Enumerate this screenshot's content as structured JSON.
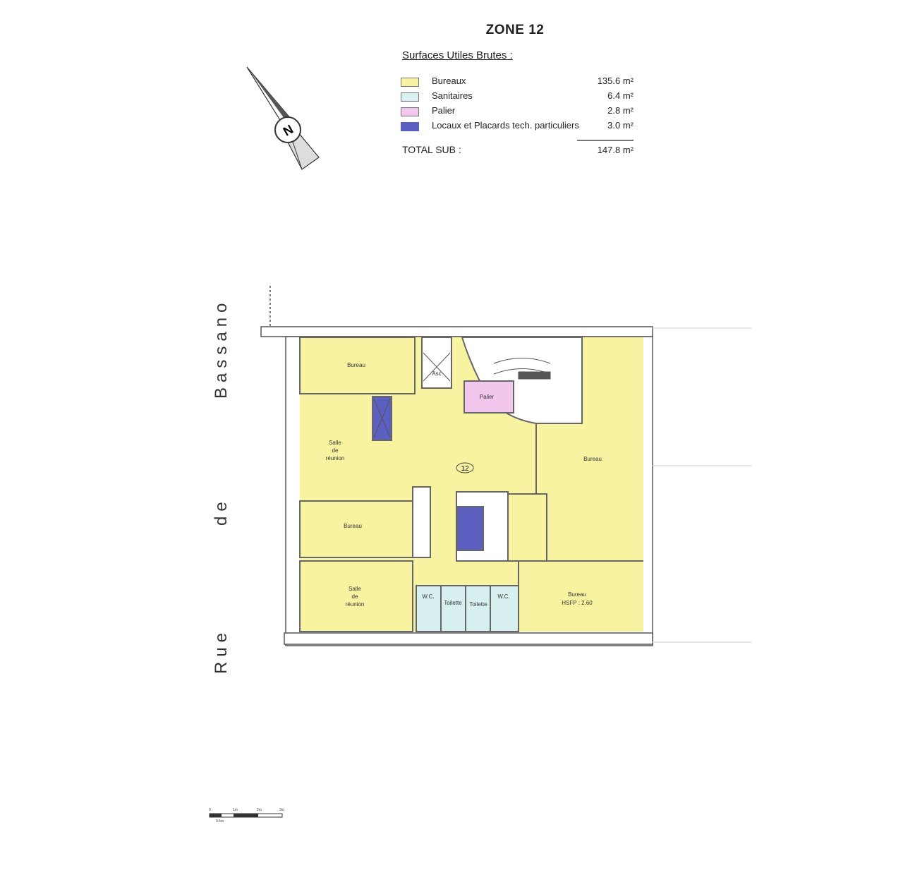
{
  "title": "ZONE 12",
  "legend": {
    "heading": "Surfaces Utiles Brutes :",
    "items": [
      {
        "label": "Bureaux",
        "value": "135.6 m²",
        "color": "#f7f3a0"
      },
      {
        "label": "Sanitaires",
        "value": "6.4 m²",
        "color": "#d8f0f0"
      },
      {
        "label": "Palier",
        "value": "2.8 m²",
        "color": "#f3c6ee"
      },
      {
        "label": "Locaux et Placards tech. particuliers",
        "value": "3.0 m²",
        "color": "#5b5fc0"
      }
    ],
    "total_label": "TOTAL SUB :",
    "total_value": "147.8 m²"
  },
  "compass": {
    "label": "N"
  },
  "street": {
    "words": [
      "Rue",
      "de",
      "Bassano"
    ]
  },
  "plan": {
    "zone_number": "12",
    "rooms": {
      "bureau_top_left": "Bureau",
      "asc": "Asc",
      "palier": "Palier",
      "salle_reunion_1": [
        "Salle",
        "de",
        "réunion"
      ],
      "bureau_right": "Bureau",
      "bureau_mid_left": "Bureau",
      "salle_reunion_2": [
        "Salle",
        "de",
        "réunion"
      ],
      "wc_1": "W.C.",
      "toilette_1": "Toilette",
      "toilette_2": "Toilette",
      "wc_2": "W.C.",
      "bureau_bottom_right": [
        "Bureau",
        "HSFP : 2.60"
      ]
    }
  },
  "scale_bar": {
    "ticks": [
      "0",
      "1m",
      "2m",
      "3m"
    ],
    "sub_label": "0.5m"
  }
}
